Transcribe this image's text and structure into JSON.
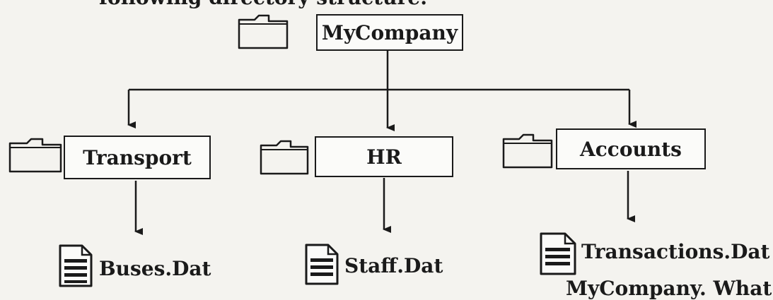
{
  "header_fragment": "following directory structure:",
  "footer_fragment": "MyCompany. What wil",
  "root": {
    "label": "MyCompany",
    "icon": "folder-icon"
  },
  "folders": [
    {
      "label": "Transport",
      "icon": "folder-icon",
      "file": {
        "label": "Buses.Dat",
        "icon": "document-icon"
      }
    },
    {
      "label": "HR",
      "icon": "folder-icon",
      "file": {
        "label": "Staff.Dat",
        "icon": "document-icon"
      }
    },
    {
      "label": "Accounts",
      "icon": "folder-icon",
      "file": {
        "label": "Transactions.Dat",
        "icon": "document-icon"
      }
    }
  ]
}
